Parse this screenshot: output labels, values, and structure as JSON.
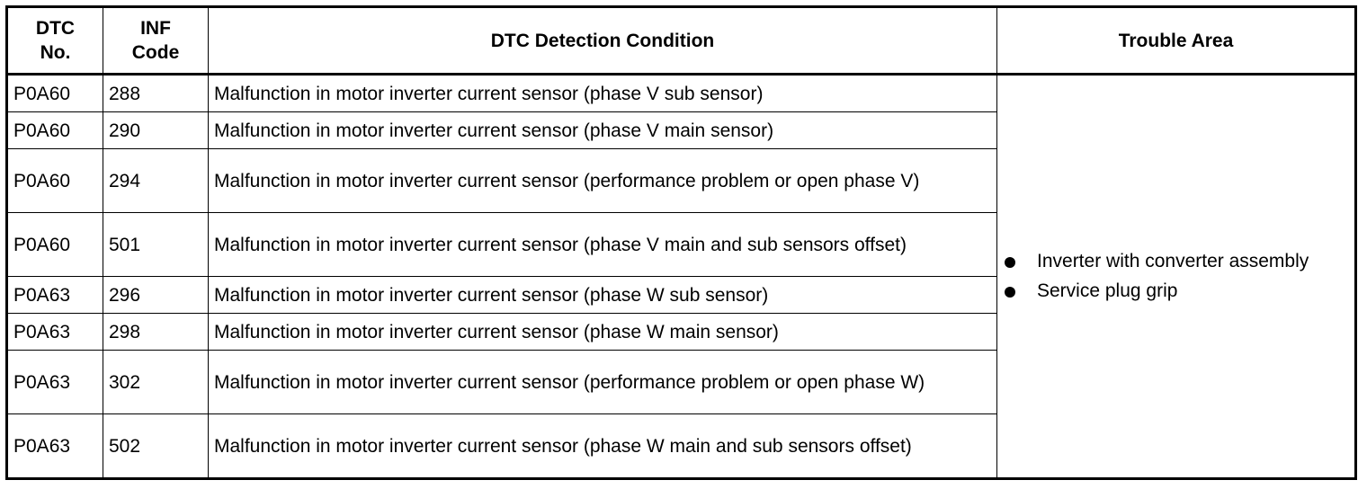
{
  "headers": {
    "dtc_no_line1": "DTC",
    "dtc_no_line2": "No.",
    "inf_code_line1": "INF",
    "inf_code_line2": "Code",
    "condition": "DTC Detection Condition",
    "trouble_area": "Trouble Area"
  },
  "rows": [
    {
      "dtc": "P0A60",
      "inf": "288",
      "condition": "Malfunction in motor inverter current sensor (phase V sub sensor)"
    },
    {
      "dtc": "P0A60",
      "inf": "290",
      "condition": "Malfunction in motor inverter current sensor (phase V main sensor)"
    },
    {
      "dtc": "P0A60",
      "inf": "294",
      "condition": "Malfunction in motor inverter current sensor (performance problem or open phase V)"
    },
    {
      "dtc": "P0A60",
      "inf": "501",
      "condition": "Malfunction in motor inverter current sensor (phase V main and sub sensors offset)"
    },
    {
      "dtc": "P0A63",
      "inf": "296",
      "condition": "Malfunction in motor inverter current sensor (phase W sub sensor)"
    },
    {
      "dtc": "P0A63",
      "inf": "298",
      "condition": "Malfunction in motor inverter current sensor (phase W main sensor)"
    },
    {
      "dtc": "P0A63",
      "inf": "302",
      "condition": "Malfunction in motor inverter current sensor (performance problem or open phase W)"
    },
    {
      "dtc": "P0A63",
      "inf": "502",
      "condition": "Malfunction in motor inverter current sensor (phase W main and sub sensors offset)"
    }
  ],
  "trouble_area": [
    "Inverter with converter assembly",
    "Service plug grip"
  ]
}
